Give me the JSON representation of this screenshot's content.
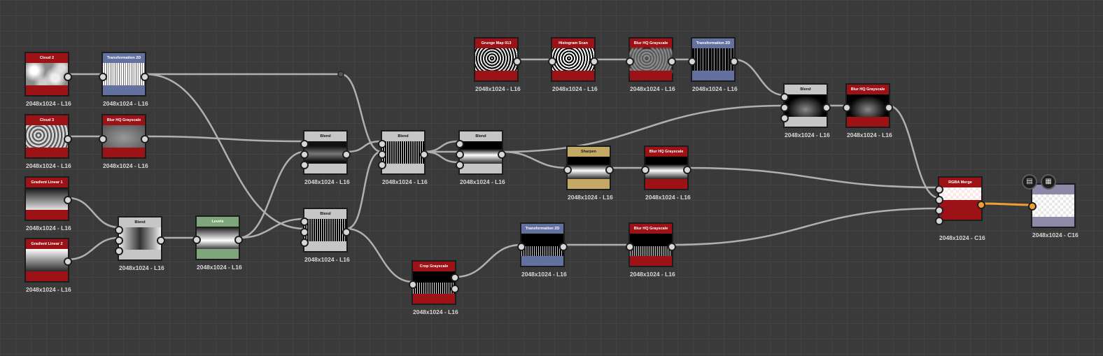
{
  "colors": {
    "background": "#3a3a3a",
    "wire": "#b0b0b0",
    "wire_selected": "#f0a030",
    "node_red": "#9c1217",
    "node_blue": "#6371a0",
    "node_gray": "#c6c6c6",
    "node_green": "#7fa67a",
    "node_tan": "#c4a866",
    "node_purple": "#8d89a8"
  },
  "toolbar_icons": [
    "document-icon",
    "checker-icon"
  ],
  "nodes": [
    {
      "id": "n1",
      "title": "Cloud 2",
      "caption": "2048x1024 - L16",
      "theme": "red",
      "thumb": "cloud"
    },
    {
      "id": "n2",
      "title": "Transformation 2D",
      "caption": "2048x1024 - L16",
      "theme": "blue",
      "thumb": "streak"
    },
    {
      "id": "n3",
      "title": "Cloud 3",
      "caption": "2048x1024 - L16",
      "theme": "red",
      "thumb": "cloud2"
    },
    {
      "id": "n4",
      "title": "Blur HQ Grayscale",
      "caption": "2048x1024 - L16",
      "theme": "red",
      "thumb": "blur"
    },
    {
      "id": "n5",
      "title": "Gradient Linear 1",
      "caption": "2048x1024 - L16",
      "theme": "red",
      "thumb": "grad"
    },
    {
      "id": "n6",
      "title": "Gradient Linear 2",
      "caption": "2048x1024 - L16",
      "theme": "red",
      "thumb": "grad"
    },
    {
      "id": "n7",
      "title": "Blend",
      "caption": "2048x1024 - L16",
      "theme": "gray",
      "thumb": "grad"
    },
    {
      "id": "n8",
      "title": "Levels",
      "caption": "2048x1024 - L16",
      "theme": "green",
      "thumb": "levels"
    },
    {
      "id": "n9",
      "title": "Blend",
      "caption": "2048x1024 - L16",
      "theme": "gray",
      "thumb": "blend1"
    },
    {
      "id": "n10",
      "title": "Blend",
      "caption": "2048x1024 - L16",
      "theme": "gray",
      "thumb": "wave"
    },
    {
      "id": "n11",
      "title": "Blend",
      "caption": "2048x1024 - L16",
      "theme": "gray",
      "thumb": "wave"
    },
    {
      "id": "n12",
      "title": "Blend",
      "caption": "2048x1024 - L16",
      "theme": "gray",
      "thumb": "bw"
    },
    {
      "id": "n13",
      "title": "Crop Grayscale",
      "caption": "2048x1024 - L16",
      "theme": "red",
      "thumb": "wave"
    },
    {
      "id": "n14",
      "title": "Grunge Map 013",
      "caption": "2048x1024 - L16",
      "theme": "red",
      "thumb": "grunge"
    },
    {
      "id": "n15",
      "title": "Histogram Scan",
      "caption": "2048x1024 - L16",
      "theme": "red",
      "thumb": "grunge"
    },
    {
      "id": "n16",
      "title": "Blur HQ Grayscale",
      "caption": "2048x1024 - L16",
      "theme": "red",
      "thumb": "grunge"
    },
    {
      "id": "n17",
      "title": "Transformation 2D",
      "caption": "2048x1024 - L16",
      "theme": "blue",
      "thumb": "blackstreak"
    },
    {
      "id": "n18",
      "title": "Sharpen",
      "caption": "2048x1024 - L16",
      "theme": "tan",
      "thumb": "bw"
    },
    {
      "id": "n19",
      "title": "Blur HQ Grayscale",
      "caption": "2048x1024 - L16",
      "theme": "red",
      "thumb": "bw"
    },
    {
      "id": "n20",
      "title": "Blend",
      "caption": "2048x1024 - L16",
      "theme": "gray",
      "thumb": "dark"
    },
    {
      "id": "n21",
      "title": "Blur HQ Grayscale",
      "caption": "2048x1024 - L16",
      "theme": "red",
      "thumb": "dark"
    },
    {
      "id": "n22",
      "title": "Transformation 2D",
      "caption": "2048x1024 - L16",
      "theme": "blue",
      "thumb": "wave"
    },
    {
      "id": "n23",
      "title": "Blur HQ Grayscale",
      "caption": "2048x1024 - L16",
      "theme": "red",
      "thumb": "wave"
    },
    {
      "id": "n24",
      "title": "RGBA Merge",
      "caption": "2048x1024 - C16",
      "theme": "red",
      "thumb": "checker-red"
    },
    {
      "id": "n25",
      "title": "",
      "caption": "2048x1024 - C16",
      "theme": "purple",
      "thumb": "checker"
    }
  ]
}
